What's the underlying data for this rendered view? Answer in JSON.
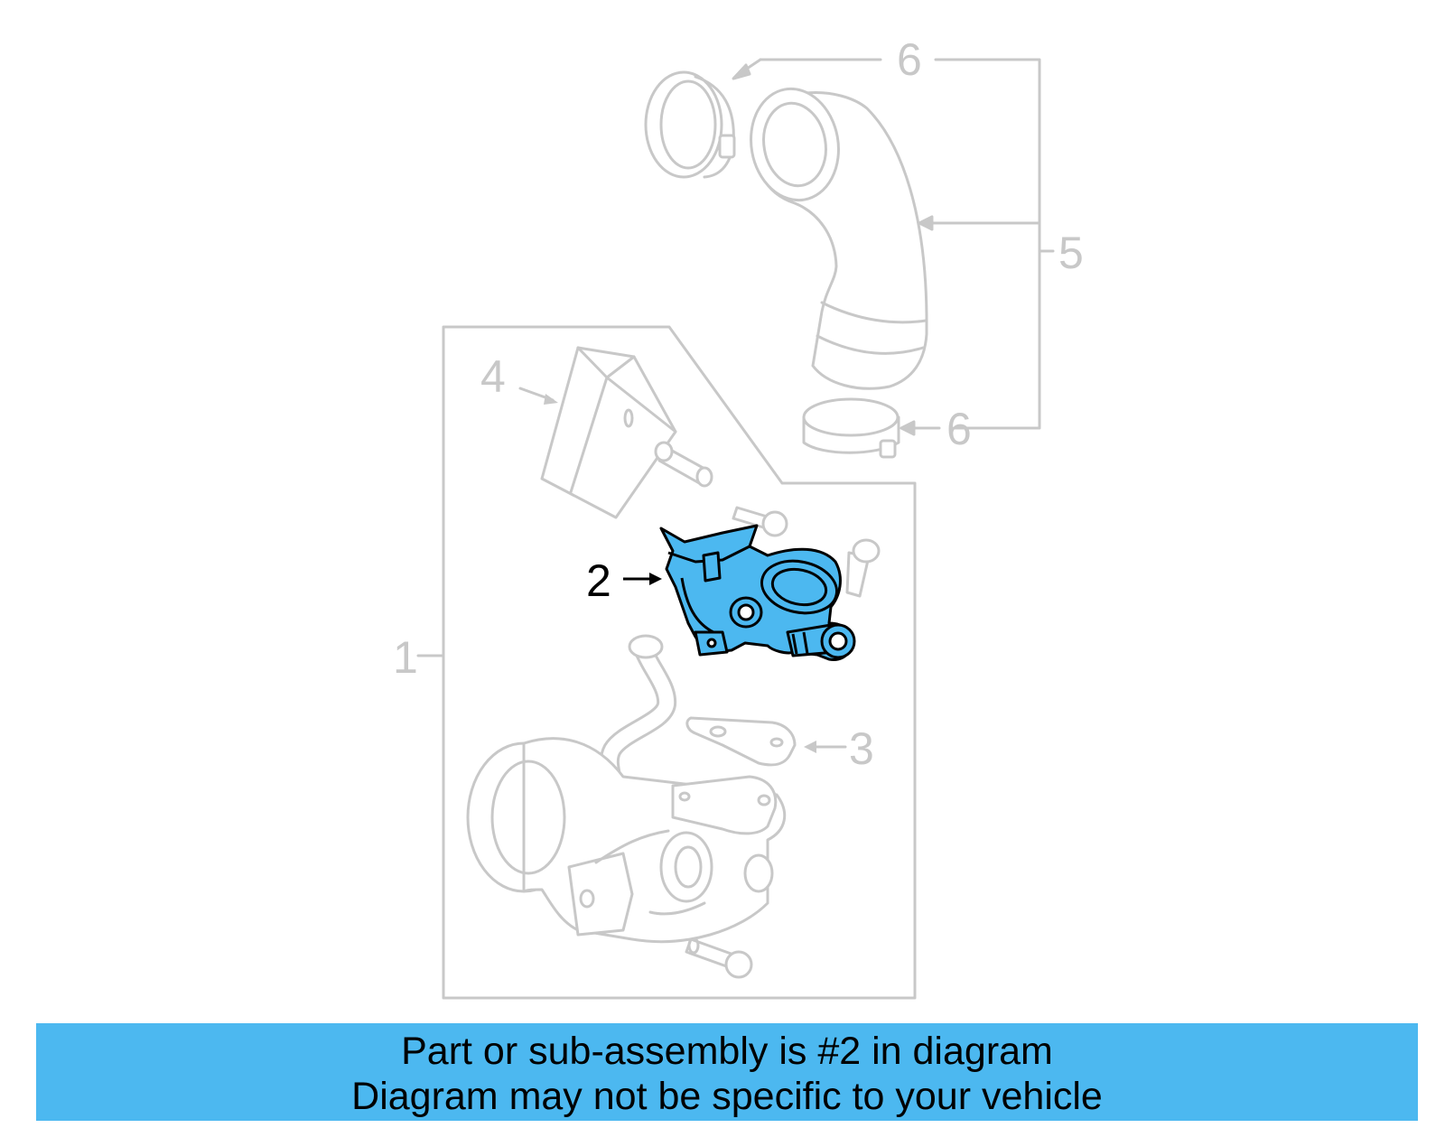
{
  "diagram": {
    "highlight_color": "#4cb8f0",
    "outline_color": "#c8c8c8",
    "callouts": [
      {
        "label": "1"
      },
      {
        "label": "2",
        "highlighted": true
      },
      {
        "label": "3"
      },
      {
        "label": "4"
      },
      {
        "label": "5"
      },
      {
        "label": "6"
      },
      {
        "label": "6"
      }
    ]
  },
  "banner": {
    "line1": "Part or sub-assembly is #2 in diagram",
    "line2": "Diagram may not be specific to your vehicle",
    "background": "#4cb8f0"
  }
}
